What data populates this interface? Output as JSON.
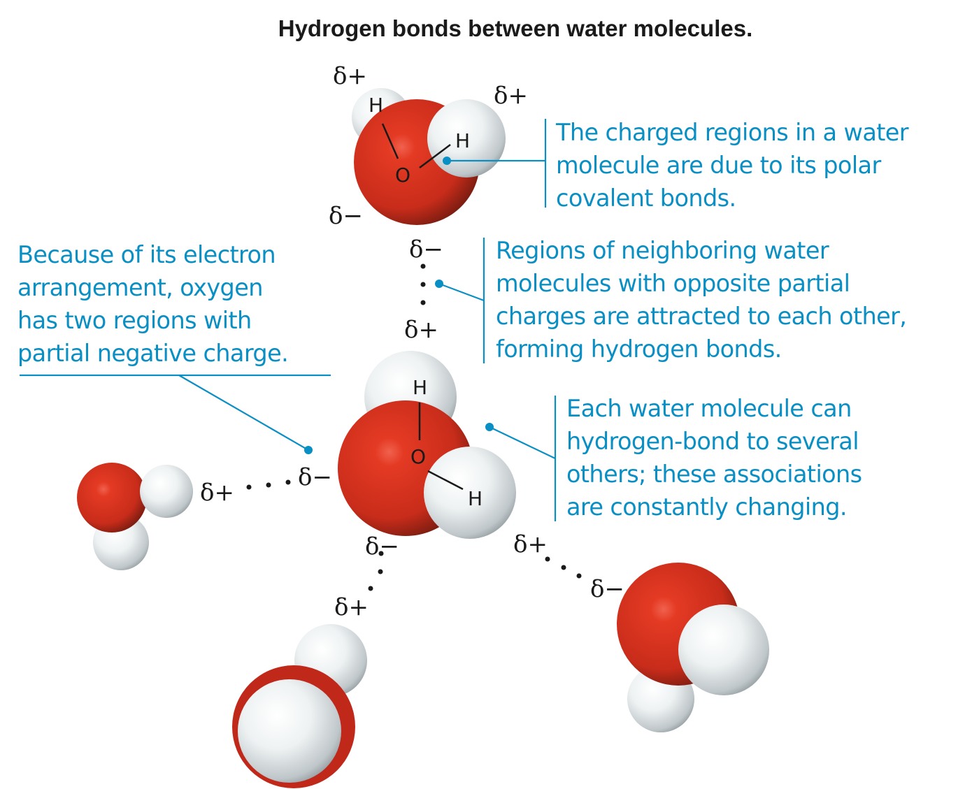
{
  "title": "Hydrogen bonds between water molecules.",
  "colors": {
    "callout": "#0a8fc4",
    "oxygen": "#d9321f",
    "hydrogen": "#e8eef0",
    "text": "#1a1a1a"
  },
  "callouts": {
    "polar_bonds": "The charged regions in a water\nmolecule are due to its polar\ncovalent bonds.",
    "oxygen_regions": "Because of its electron\narrangement, oxygen\nhas two regions with\npartial negative charge.",
    "hydrogen_bonds": "Regions of neighboring water\nmolecules with opposite partial\ncharges are attracted to each other,\nforming hydrogen bonds.",
    "several_bonds": "Each water molecule can\nhydrogen-bond to several\nothers; these associations\nare constantly changing."
  },
  "atoms": {
    "hydrogen": "H",
    "oxygen": "O"
  },
  "charges": {
    "partial_positive": "δ+",
    "partial_negative": "δ−"
  },
  "molecules": [
    {
      "id": "top",
      "labels": [
        "δ+",
        "δ+",
        "δ−"
      ],
      "atom_labels": [
        "H",
        "O",
        "H"
      ]
    },
    {
      "id": "center",
      "labels": [
        "δ+",
        "δ−",
        "δ−",
        "δ+"
      ],
      "atom_labels": [
        "H",
        "O",
        "H"
      ]
    },
    {
      "id": "left",
      "labels": [
        "δ+"
      ]
    },
    {
      "id": "bottom",
      "labels": [
        "δ+"
      ]
    },
    {
      "id": "right",
      "labels": [
        "δ−"
      ]
    }
  ]
}
